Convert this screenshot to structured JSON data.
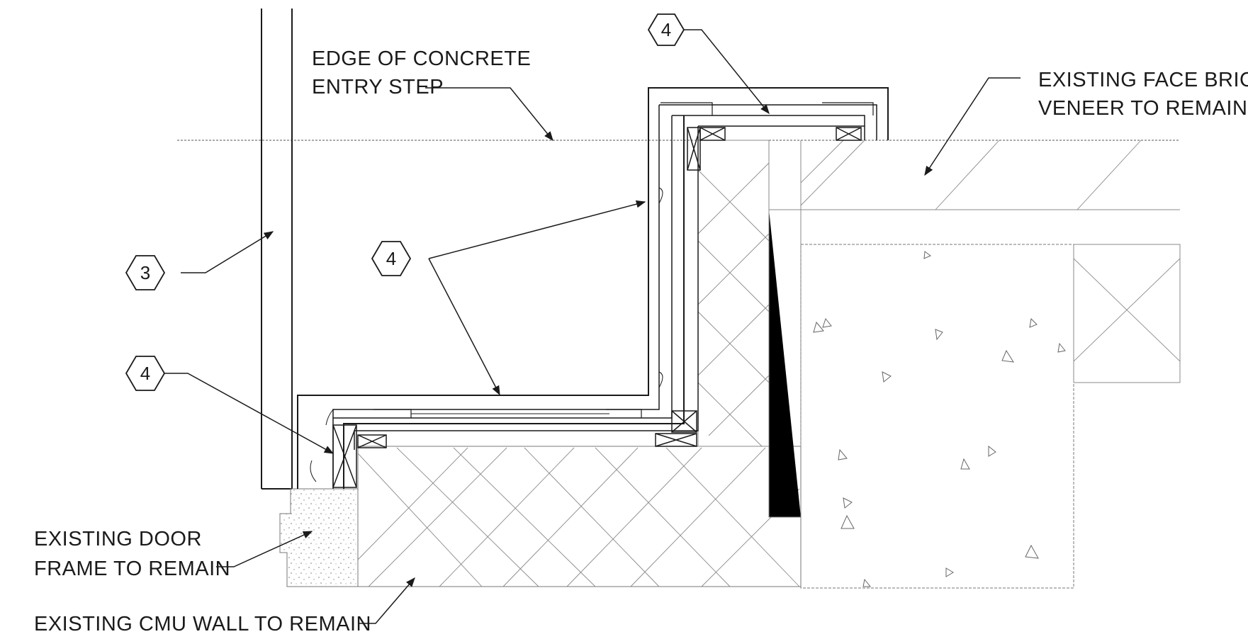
{
  "notes": {
    "concrete_step": [
      "EDGE OF CONCRETE",
      "ENTRY STEP"
    ],
    "face_brick": [
      "EXISTING FACE BRICK",
      "VENEER TO REMAIN"
    ],
    "door_frame": [
      "EXISTING DOOR",
      "FRAME TO REMAIN"
    ],
    "cmu_wall": [
      "EXISTING CMU WALL TO REMAIN"
    ]
  },
  "tags": {
    "top": "4",
    "middle": "4",
    "left_3": "3",
    "left_4": "4"
  }
}
